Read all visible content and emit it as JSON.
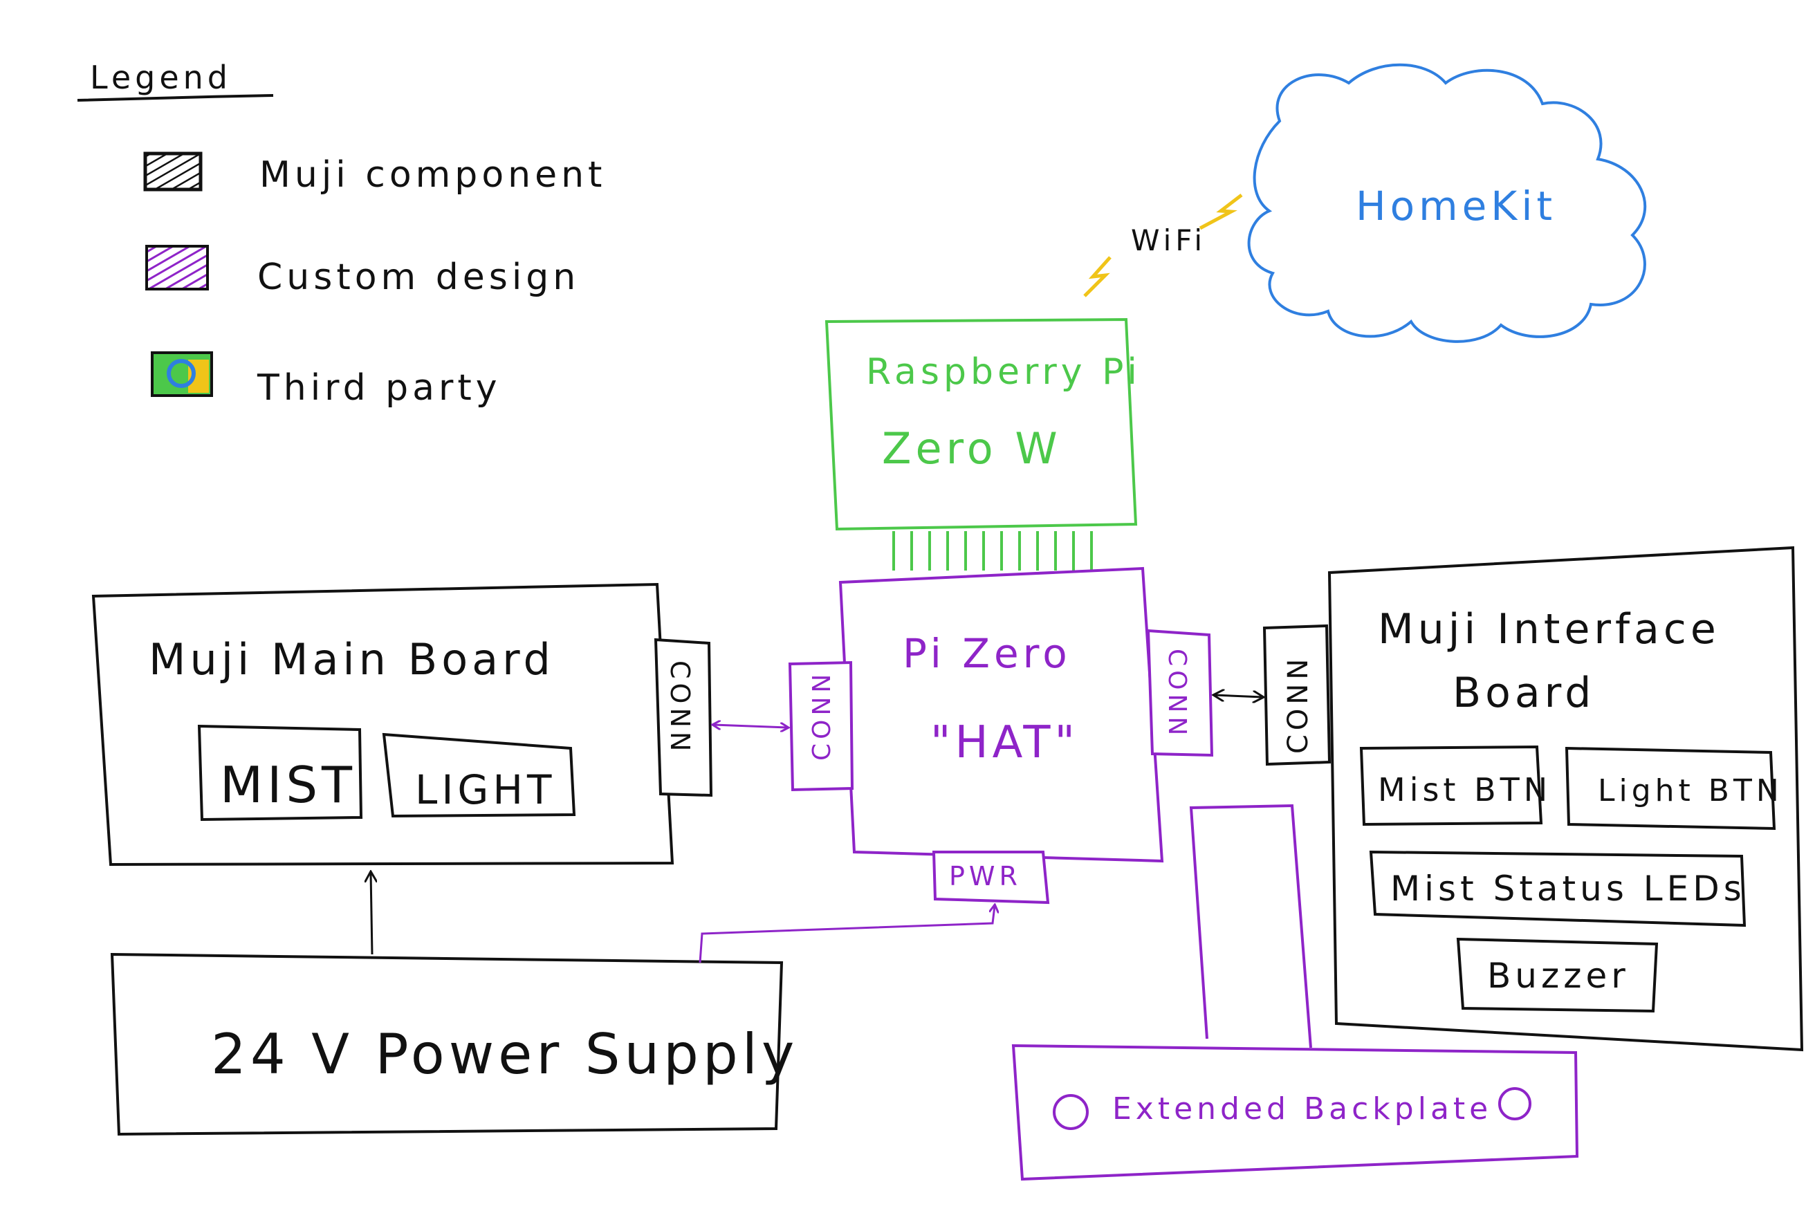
{
  "legend": {
    "title": "Legend",
    "items": [
      {
        "label": "Muji component",
        "swatch": "#111111"
      },
      {
        "label": "Custom design",
        "swatch": "#8e24c8"
      },
      {
        "label": "Third party",
        "swatch": "#4cc84a"
      }
    ]
  },
  "cloud": {
    "label": "HomeKit"
  },
  "wifi": {
    "label": "WiFi"
  },
  "pi": {
    "line1": "Raspberry Pi",
    "line2": "Zero W"
  },
  "hat": {
    "line1": "Pi Zero",
    "line2": "\"HAT\"",
    "conn_left": "CONN",
    "conn_right": "CONN",
    "pwr": "PWR"
  },
  "main_board": {
    "title": "Muji Main Board",
    "conn": "CONN",
    "mist": "MIST",
    "light": "LIGHT"
  },
  "interface_board": {
    "line1": "Muji Interface",
    "line2": "Board",
    "conn": "CONN",
    "mist_btn": "Mist BTN",
    "light_btn": "Light BTN",
    "status_leds": "Mist Status LEDs",
    "buzzer": "Buzzer"
  },
  "power_supply": {
    "label": "24 V Power Supply"
  },
  "backplate": {
    "label": "Extended Backplate"
  },
  "colors": {
    "muji": "#111111",
    "custom": "#8e24c8",
    "third_party_green": "#4cc84a",
    "third_party_blue": "#2f7fe0",
    "third_party_yellow": "#f0c419"
  }
}
